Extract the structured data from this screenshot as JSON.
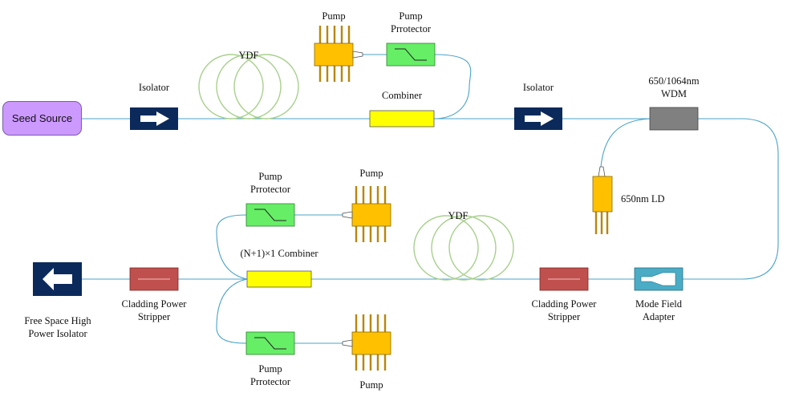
{
  "labels": {
    "seed_source": "Seed Source",
    "isolator_1": "Isolator",
    "ydf_1": "YDF",
    "pump_top": "Pump",
    "pump_protector_top": [
      "Pump",
      "Prrotector"
    ],
    "combiner": "Combiner",
    "isolator_2": "Isolator",
    "wdm": [
      "650/1064nm",
      "WDM"
    ],
    "ld": "650nm LD",
    "ydf_2": "YDF",
    "pump_mid": "Pump",
    "pump_protector_mid": [
      "Pump",
      "Prrotector"
    ],
    "n1_combiner": "(N+1)×1 Combiner",
    "cps_left": [
      "Cladding Power",
      "Stripper"
    ],
    "fs_isolator": [
      "Free Space High",
      "Power Isolator"
    ],
    "cps_right": [
      "Cladding Power",
      "Stripper"
    ],
    "mfa": [
      "Mode Field",
      "Adapter"
    ],
    "pump_protector_bot": [
      "Pump",
      "Prrotector"
    ],
    "pump_bot": "Pump"
  },
  "colors": {
    "fiber": "#4aa3c8",
    "coil": "#a8d08d",
    "isolator": "#0b2a5b",
    "pump_body": "#ffc000",
    "pump_pin": "#b8860b",
    "protector": "#66ee66",
    "combiner": "#ffff00",
    "wdm": "#808080",
    "cps": "#c0504d",
    "mfa": "#4bacc6",
    "seed": "#cc99ff"
  }
}
